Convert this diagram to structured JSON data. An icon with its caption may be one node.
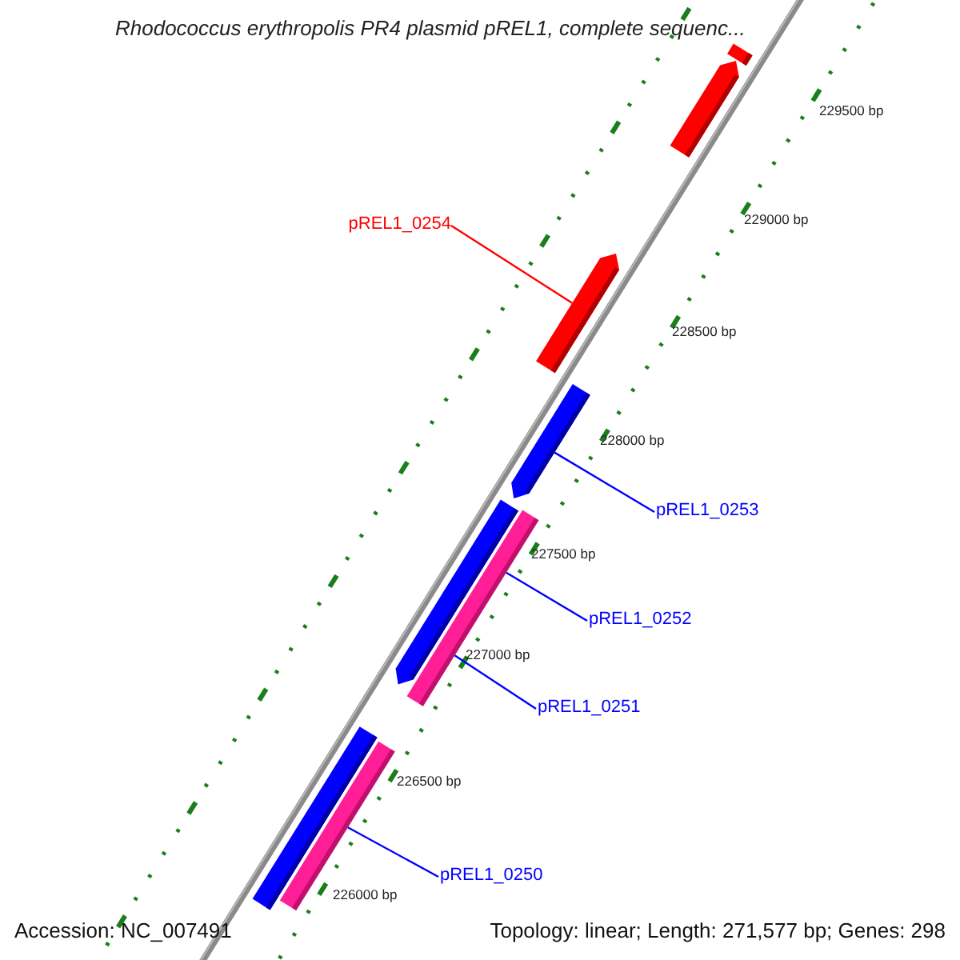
{
  "diagram": {
    "title": "Rhodococcus erythropolis PR4 plasmid pREL1, complete sequenc...",
    "nodes": [
      {
        "text": [
          "pREL1_0254"
        ]
      },
      {
        "text": [
          "pREL1_0253"
        ]
      },
      {
        "text": [
          "pREL1_0252"
        ]
      },
      {
        "text": [
          "pREL1_0251"
        ]
      },
      {
        "text": [
          "pREL1_0250"
        ]
      },
      {
        "text": [],
        "shape": "bar"
      },
      {
        "text": [],
        "shape": "bar"
      },
      {
        "text": [],
        "shape": "bar"
      },
      {
        "text": [],
        "shape": "bar"
      },
      {
        "text": [],
        "shape": "bar"
      },
      {
        "text": [],
        "shape": "bar"
      },
      {
        "text": [],
        "shape": "bar"
      },
      {
        "text": [],
        "shape": "bar"
      }
    ],
    "edges": [
      {
        "from": 0,
        "to": 7,
        "arrow": "none",
        "color": "#ff0000"
      },
      {
        "from": 1,
        "to": 8,
        "arrow": "none"
      },
      {
        "from": 2,
        "to": 10,
        "arrow": "none"
      },
      {
        "from": 3,
        "to": 10,
        "arrow": "none"
      },
      {
        "from": 4,
        "to": 12,
        "arrow": "none"
      }
    ],
    "labels": [
      "229500 bp",
      "229000 bp",
      "228500 bp",
      "228000 bp",
      "227500 bp",
      "227000 bp",
      "226500 bp",
      "226000 bp",
      "Accession: NC_007491",
      "Topology: linear; Length: 271,577 bp; Genes: 298"
    ]
  }
}
